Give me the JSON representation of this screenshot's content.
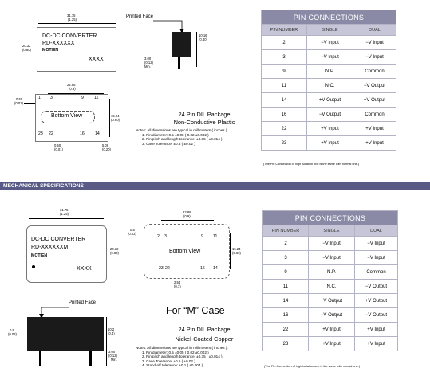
{
  "top": {
    "module": {
      "title": "DC-DC CONVERTER",
      "model": "RD-XXXXXX",
      "brand": "MOTIEN",
      "code": "XXXX",
      "width_dim": "31.75",
      "width_in": "(1.25)",
      "height_dim": "20.32",
      "height_in": "(0.80)"
    },
    "printed_face": "Printed Face",
    "side_dims": {
      "h1": "10.16",
      "h1_in": "(0.40)",
      "h2": "3.00",
      "h2_in": "(0.12)",
      "h2_min": "Min."
    },
    "bottom": {
      "label": "Bottom View",
      "width_dim": "22.86",
      "width_in": "(0.9)",
      "left_dim": "0.50",
      "left_in": "(0.02)",
      "right_dim": "15.24",
      "right_in": "(0.60)",
      "pitch_dim": "0.50",
      "pitch_in": "(0.01)",
      "end_dim": "5.08",
      "end_in": "(0.20)",
      "pins_top": [
        "1",
        "3",
        "9",
        "11"
      ],
      "pins_bottom": [
        "23",
        "22",
        "16",
        "14"
      ]
    },
    "package": {
      "name": "24 Pin DIL Package",
      "material": "Non-Conductive Plastic"
    },
    "notes": {
      "intro": "Notes: All dimensions are typical in millimeters ( inches ).",
      "items": [
        "1. Pin diameter: 0.5 ±0.05 ( 0.02 ±0.002 )",
        "2. Pin pitch and length tolerance: ±0.35 ( ±0.014 )",
        "3. Case Tolerance: ±0.5 ( ±0.02 )"
      ]
    },
    "pin_table": {
      "title": "PIN CONNECTIONS",
      "headers": [
        "PIN NUMBER",
        "SINGLE",
        "DUAL"
      ],
      "rows": [
        [
          "2",
          "−V Input",
          "−V Input"
        ],
        [
          "3",
          "−V Input",
          "−V Input"
        ],
        [
          "9",
          "N.P.",
          "Common"
        ],
        [
          "11",
          "N.C.",
          "−V Output"
        ],
        [
          "14",
          "+V Output",
          "+V Output"
        ],
        [
          "16",
          "−V Output",
          "Common"
        ],
        [
          "22",
          "+V Input",
          "+V Input"
        ],
        [
          "23",
          "+V Input",
          "+V Input"
        ]
      ],
      "footnote": "(The Pin Connection of high isolation one is the same with normal one.)"
    }
  },
  "mech_header": "MECHANICAL SPECIFICATIONS",
  "bottom": {
    "module": {
      "title": "DC-DC CONVERTER",
      "model": "RD-XXXXXXM",
      "brand": "MOTIEN",
      "code": "XXXX",
      "width_dim": "31.75",
      "width_in": "(1.25)",
      "height_dim": "20.32",
      "height_in": "(0.80)"
    },
    "bottom_view": {
      "label": "Bottom View",
      "width_dim": "22.86",
      "width_in": "(0.9)",
      "left_dim": "0.5",
      "left_in": "(0.02)",
      "right_dim": "15.24",
      "right_in": "(0.60)",
      "pitch_dim": "2.54",
      "pitch_in": "(0.1)",
      "pins_top": [
        "2",
        "3",
        "9",
        "11"
      ],
      "pins_bottom": [
        "23",
        "22",
        "16",
        "14"
      ]
    },
    "printed_face": "Printed Face",
    "side_dims": {
      "pin_dim": "0.5",
      "pin_in": "(0.02)",
      "h1": "10.2",
      "h1_in": "(0.4)",
      "h2": "3.00",
      "h2_in": "(0.12)",
      "h2_min": "Min."
    },
    "case_label": "For “M” Case",
    "package": {
      "name": "24 Pin DIL Package",
      "material": "Nickel-Coated Copper"
    },
    "notes": {
      "intro": "Notes: All dimensions are typical in millimeters ( inches ).",
      "items": [
        "1. Pin diameter: 0.5 ±0.05 ( 0.02 ±0.002 )",
        "2. Pin pitch and length tolerance: ±0.35 ( ±0.014 )",
        "3. Case Tolerance: ±0.5 ( ±0.02 )",
        "4. Stand-off tolerance: ±0.1 ( ±0.004 )"
      ]
    },
    "pin_table": {
      "title": "PIN CONNECTIONS",
      "headers": [
        "PIN NUMBER",
        "SINGLE",
        "DUAL"
      ],
      "rows": [
        [
          "2",
          "−V Input",
          "−V Input"
        ],
        [
          "3",
          "−V Input",
          "−V Input"
        ],
        [
          "9",
          "N.P.",
          "Common"
        ],
        [
          "11",
          "N.C.",
          "−V Output"
        ],
        [
          "14",
          "+V Output",
          "+V Output"
        ],
        [
          "16",
          "−V Output",
          "−V Output"
        ],
        [
          "22",
          "+V Input",
          "+V Input"
        ],
        [
          "23",
          "+V Input",
          "+V Input"
        ]
      ],
      "footnote": "(The Pin Connection of high isolation one is the same with normal one.)"
    }
  }
}
